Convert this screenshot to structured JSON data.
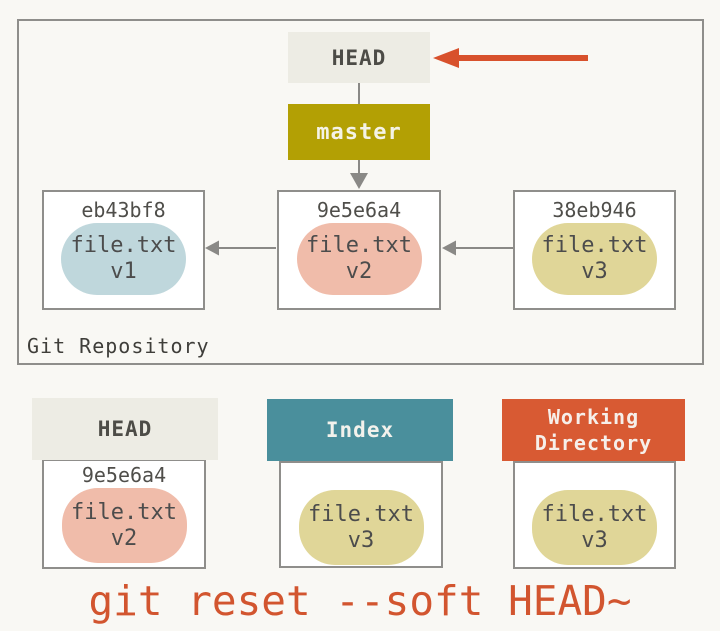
{
  "colors": {
    "background": "#F9F8F4",
    "box_border": "#8F8E8B",
    "head_box_fill": "#EDECE4",
    "head_box_text": "#4D4C47",
    "master_fill": "#B3A004",
    "master_text": "#F4F3E7",
    "pill_blue": "#BFD7DC",
    "pill_salmon": "#F0BCAA",
    "pill_tan": "#E0D698",
    "pill_text": "#4C4C4C",
    "index_header_fill": "#4A8F9C",
    "working_directory_header_fill": "#D85A33",
    "red_arrow": "#D8512C",
    "gray_arrow": "#8A8986",
    "caption_text": "#D2552F"
  },
  "repo": {
    "label": "Git Repository",
    "head_label": "HEAD",
    "branch_label": "master",
    "commits": [
      {
        "hash": "eb43bf8",
        "file": "file.txt",
        "version": "v1"
      },
      {
        "hash": "9e5e6a4",
        "file": "file.txt",
        "version": "v2"
      },
      {
        "hash": "38eb946",
        "file": "file.txt",
        "version": "v3"
      }
    ]
  },
  "areas": [
    {
      "title": "HEAD",
      "hash": "9e5e6a4",
      "file": "file.txt",
      "version": "v2"
    },
    {
      "title": "Index",
      "hash": "",
      "file": "file.txt",
      "version": "v3"
    },
    {
      "title": "Working Directory",
      "hash": "",
      "file": "file.txt",
      "version": "v3"
    }
  ],
  "caption": "git reset --soft HEAD~"
}
